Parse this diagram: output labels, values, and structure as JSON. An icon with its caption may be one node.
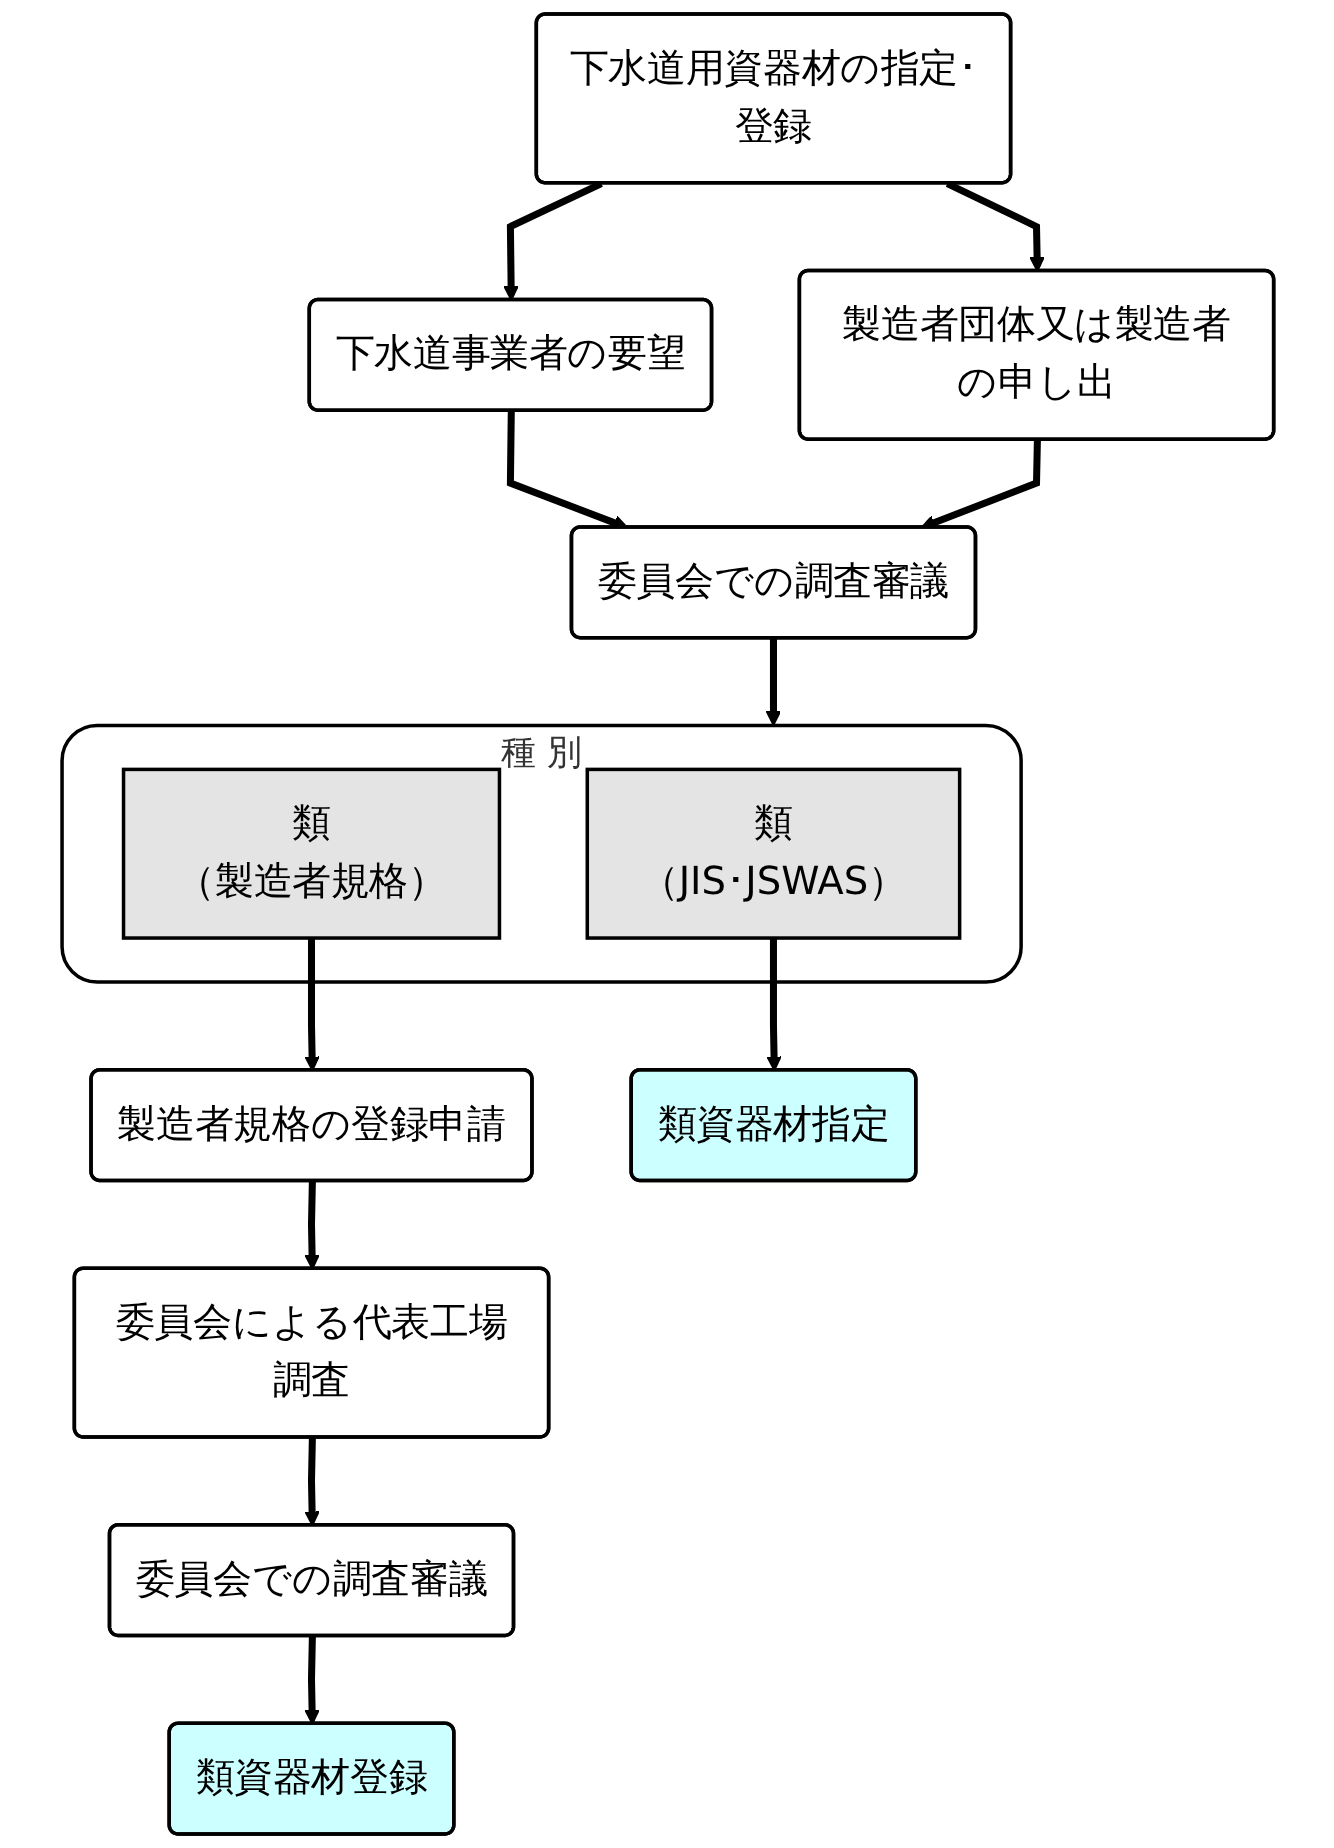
{
  "diagram": {
    "nodes": [
      {
        "text": [
          "下水道用資器材の指定･登録"
        ]
      },
      {
        "text": [
          "下水道事業者の要望"
        ]
      },
      {
        "text": [
          "製造者団体又は製造者の申し出"
        ]
      },
      {
        "text": [
          "委員会での調査審議"
        ]
      },
      {
        "text": [
          "種 別"
        ]
      },
      {
        "text": [
          "類",
          "（JIS･JSWAS）"
        ],
        "in": 4
      },
      {
        "text": [
          "類",
          "（製造者規格）"
        ],
        "in": 4
      },
      {
        "text": [
          "製造者規格の登録申請"
        ]
      },
      {
        "text": [
          "委員会による代表工場調査"
        ]
      },
      {
        "text": [
          "委員会での調査審議"
        ]
      },
      {
        "text": [
          "類資器材指定"
        ]
      },
      {
        "text": [
          "類資器材登録"
        ]
      }
    ],
    "edges": [
      {
        "from": 0,
        "to": 1,
        "arrow": "to"
      },
      {
        "from": 0,
        "to": 2,
        "arrow": "to"
      },
      {
        "from": 1,
        "to": 3,
        "arrow": "to"
      },
      {
        "from": 2,
        "to": 3,
        "arrow": "to"
      },
      {
        "from": 3,
        "to": 4,
        "arrow": "to"
      },
      {
        "from": 5,
        "to": 10,
        "arrow": "to"
      },
      {
        "from": 6,
        "to": 7,
        "arrow": "to"
      },
      {
        "from": 7,
        "to": 8,
        "arrow": "to"
      },
      {
        "from": 8,
        "to": 9,
        "arrow": "to"
      },
      {
        "from": 9,
        "to": 11,
        "arrow": "to"
      }
    ]
  }
}
